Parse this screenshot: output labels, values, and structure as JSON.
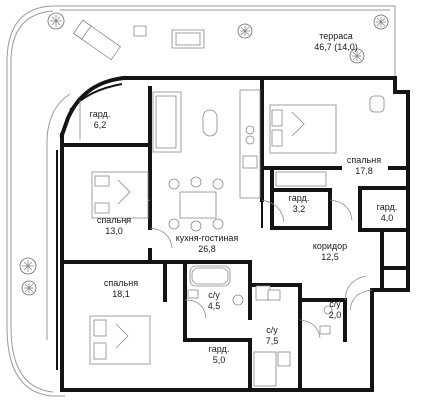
{
  "rooms": [
    {
      "id": "terrace",
      "name": "терраса",
      "area": "46,7 (14,0)"
    },
    {
      "id": "wardrobe-nw",
      "name": "гард.",
      "area": "6,2"
    },
    {
      "id": "bedroom-ne",
      "name": "спальня",
      "area": "17,8"
    },
    {
      "id": "wardrobe-mid",
      "name": "гард.",
      "area": "3,2"
    },
    {
      "id": "wardrobe-e",
      "name": "гард.",
      "area": "4,0"
    },
    {
      "id": "bedroom-w",
      "name": "спальня",
      "area": "13,0"
    },
    {
      "id": "kitchen-living",
      "name": "кухня-гостиная",
      "area": "26,8"
    },
    {
      "id": "corridor",
      "name": "коридор",
      "area": "12,5"
    },
    {
      "id": "bedroom-sw",
      "name": "спальня",
      "area": "18,1"
    },
    {
      "id": "bathroom-1",
      "name": "с/у",
      "area": "4,5"
    },
    {
      "id": "bathroom-2",
      "name": "с/у",
      "area": "2,0"
    },
    {
      "id": "bathroom-3",
      "name": "с/у",
      "area": "7,5"
    },
    {
      "id": "wardrobe-s",
      "name": "гард.",
      "area": "5,0"
    }
  ]
}
